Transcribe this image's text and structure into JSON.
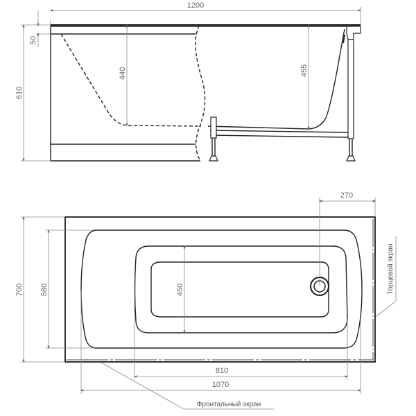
{
  "side_view": {
    "dimensions": {
      "overall_length": "1200",
      "rim_thickness": "50",
      "overall_height": "610",
      "depth_left": "440",
      "depth_right": "455"
    }
  },
  "top_view": {
    "dimensions": {
      "overall_width": "700",
      "inner_rim_width": "580",
      "bottom_width": "450",
      "drain_offset": "270",
      "bottom_length": "810",
      "inner_length": "1070"
    },
    "labels": {
      "end_panel": "Торцевой экран",
      "front_panel": "Фронтальный экран"
    }
  },
  "colors": {
    "line": "#1a1a1a",
    "dimension": "#888888",
    "text": "#666666",
    "background": "#ffffff"
  }
}
